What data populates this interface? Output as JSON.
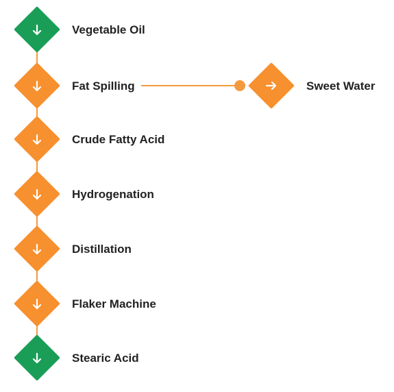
{
  "colors": {
    "green": "#1a9e57",
    "orange": "#f7902e",
    "connector": "#f39a3e",
    "text": "#222222"
  },
  "steps": [
    {
      "label": "Vegetable Oil",
      "color": "green",
      "icon": "arrow-down-icon"
    },
    {
      "label": "Fat Spilling",
      "color": "orange",
      "icon": "arrow-down-icon"
    },
    {
      "label": "Crude Fatty Acid",
      "color": "orange",
      "icon": "arrow-down-icon"
    },
    {
      "label": "Hydrogenation",
      "color": "orange",
      "icon": "arrow-down-icon"
    },
    {
      "label": "Distillation",
      "color": "orange",
      "icon": "arrow-down-icon"
    },
    {
      "label": "Flaker Machine",
      "color": "orange",
      "icon": "arrow-down-icon"
    },
    {
      "label": "Stearic Acid",
      "color": "green",
      "icon": "arrow-down-icon"
    }
  ],
  "branch": {
    "from_step": "Fat Spilling",
    "label": "Sweet Water",
    "color": "orange",
    "icon": "arrow-right-icon"
  }
}
